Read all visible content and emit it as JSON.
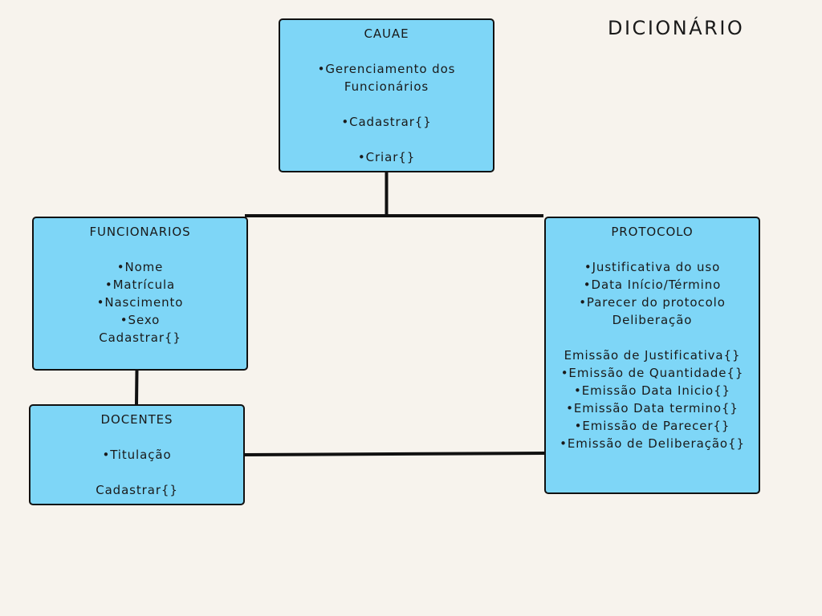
{
  "title": "DICIONÁRIO",
  "boxes": {
    "cauae": {
      "title": "CAUAE",
      "lines": [
        "",
        "•Gerenciamento dos",
        "Funcionários",
        "",
        "•Cadastrar{}",
        "",
        "•Criar{}"
      ]
    },
    "funcionarios": {
      "title": "FUNCIONARIOS",
      "lines": [
        "",
        "•Nome",
        "•Matrícula",
        "•Nascimento",
        "•Sexo",
        "Cadastrar{}"
      ]
    },
    "protocolo": {
      "title": "PROTOCOLO",
      "lines": [
        "",
        "•Justificativa do uso",
        "•Data Início/Término",
        "•Parecer do protocolo",
        "Deliberação",
        "",
        "Emissão de Justificativa{}",
        "•Emissão de Quantidade{}",
        "•Emissão Data Inicio{}",
        "•Emissão Data termino{}",
        "•Emissão de Parecer{}",
        "•Emissão de Deliberação{}"
      ]
    },
    "docentes": {
      "title": "DOCENTES",
      "lines": [
        "",
        "•Titulação",
        "",
        "Cadastrar{}"
      ]
    }
  },
  "colors": {
    "box_fill": "#7ed6f7",
    "outline": "#111111",
    "background": "#f7f3ed"
  }
}
